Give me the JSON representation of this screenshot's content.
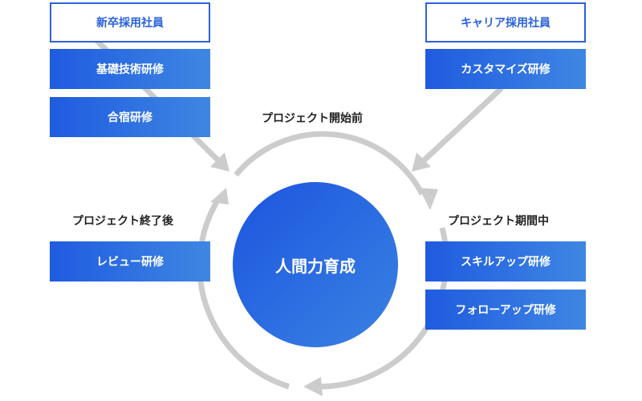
{
  "entry_points": {
    "new_graduate": {
      "title": "新卒採用社員",
      "trainings": [
        "基礎技術研修",
        "合宿研修"
      ]
    },
    "career": {
      "title": "キャリア採用社員",
      "trainings": [
        "カスタマイズ研修"
      ]
    }
  },
  "cycle": {
    "center": "人間力育成",
    "phases": {
      "before": {
        "label": "プロジェクト開始前"
      },
      "during": {
        "label": "プロジェクト期間中",
        "trainings": [
          "スキルアップ研修",
          "フォローアップ研修"
        ]
      },
      "after": {
        "label": "プロジェクト終了後",
        "trainings": [
          "レビュー研修"
        ]
      }
    }
  },
  "colors": {
    "primary_blue": "#2a62d9",
    "gradient_start": "#1f5be0",
    "gradient_end": "#3f86e2",
    "arrow_gray": "#cccccc",
    "label_text": "#222222"
  }
}
